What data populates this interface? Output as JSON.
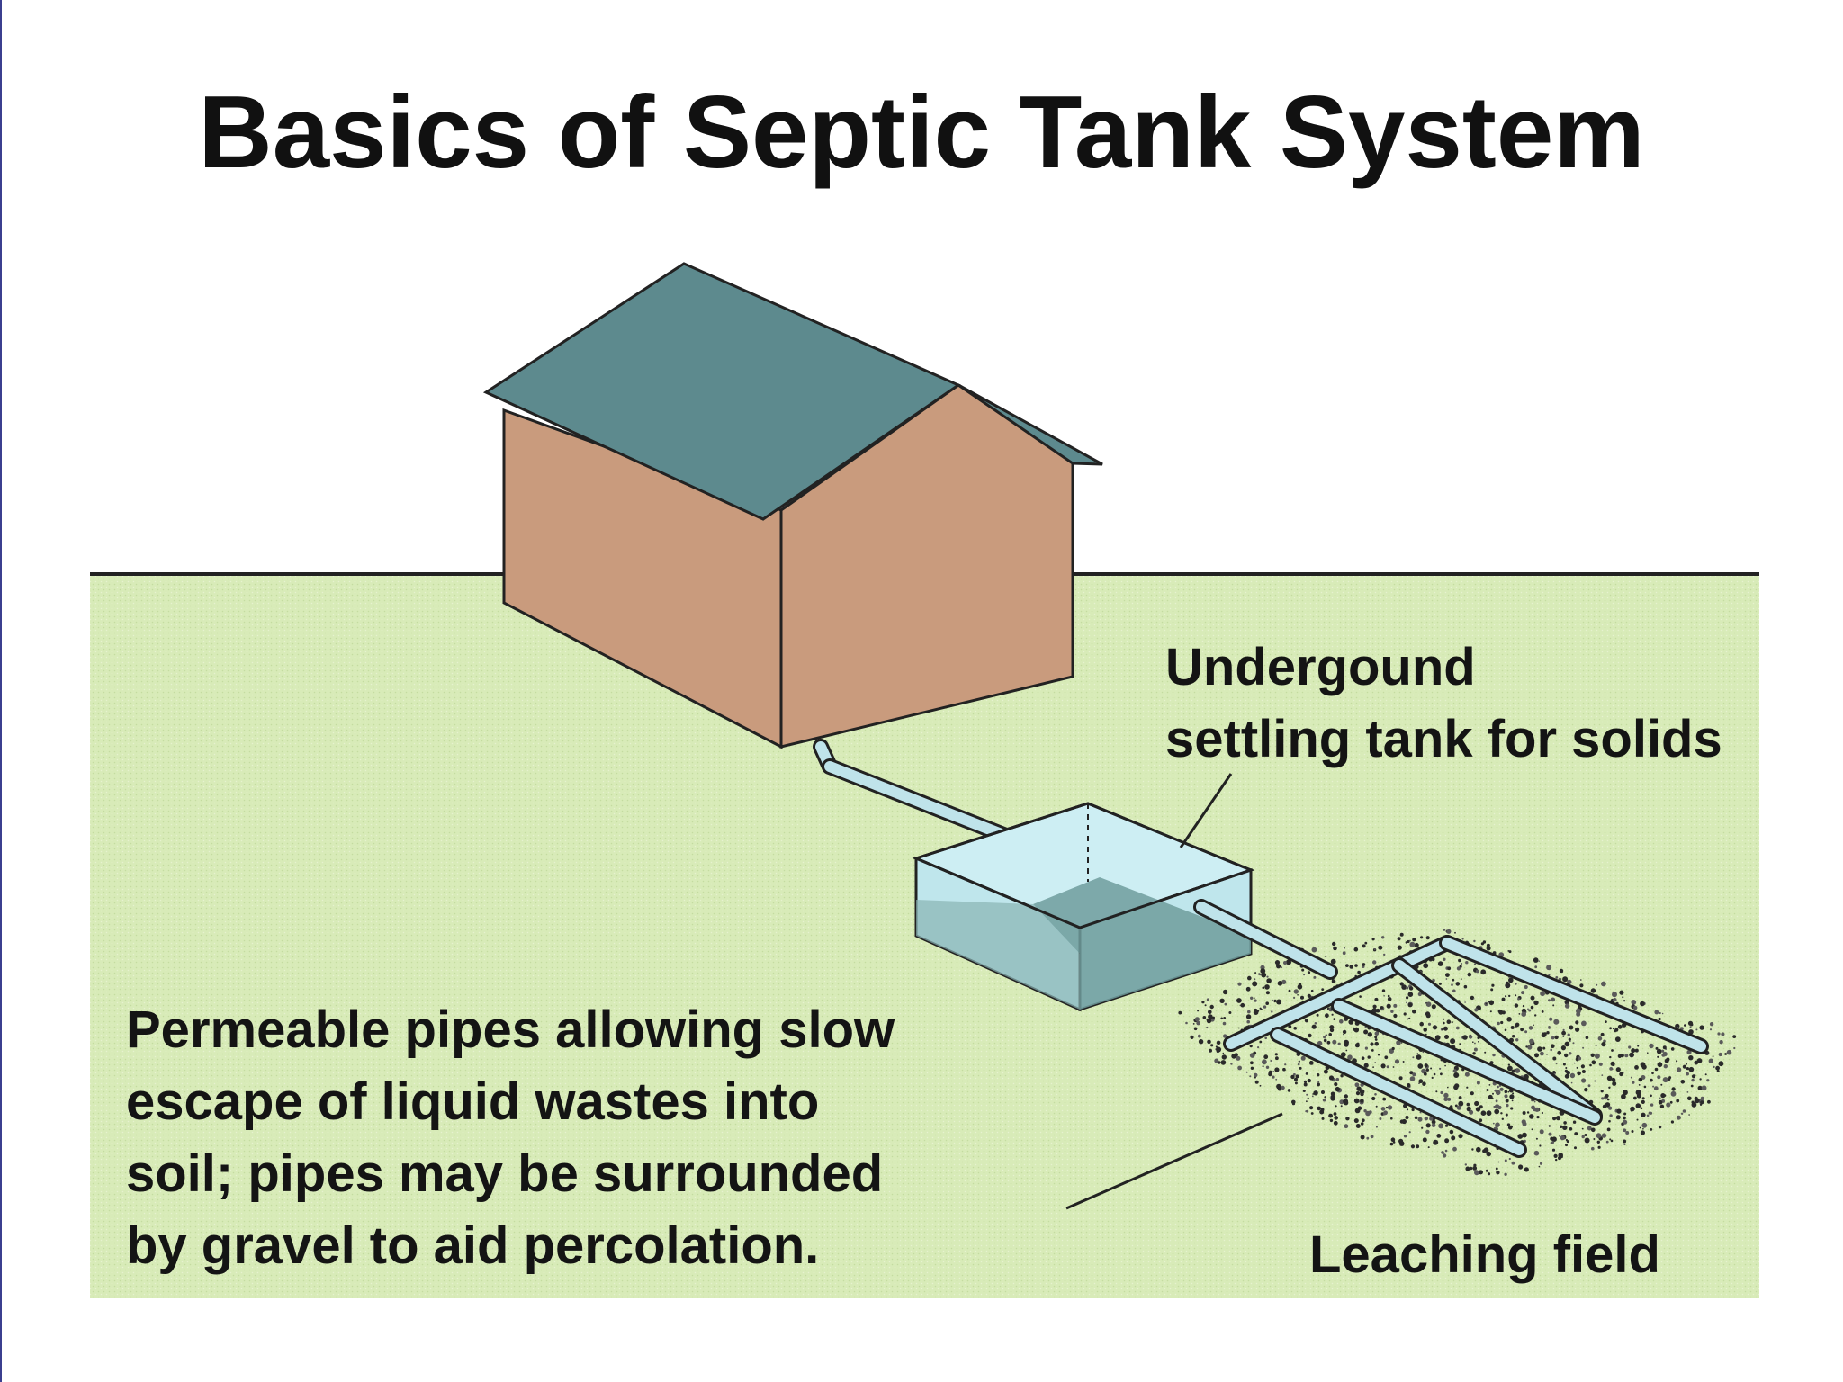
{
  "title": "Basics of Septic Tank System",
  "labels": {
    "tank": [
      "Undergound",
      "settling tank for solids"
    ],
    "pipes": [
      "Permeable pipes allowing slow",
      "escape of liquid wastes into",
      "soil; pipes may be surrounded",
      "by gravel to aid percolation."
    ],
    "field": "Leaching field"
  },
  "colors": {
    "ground": "#d8ebb8",
    "house_wall": "#c99b7d",
    "roof": "#5d8a8e",
    "tank_water": "#bfe6ec",
    "tank_shadow": "#6f9c9c",
    "pipe": "#bfe3ea",
    "gravel": "#333333"
  }
}
